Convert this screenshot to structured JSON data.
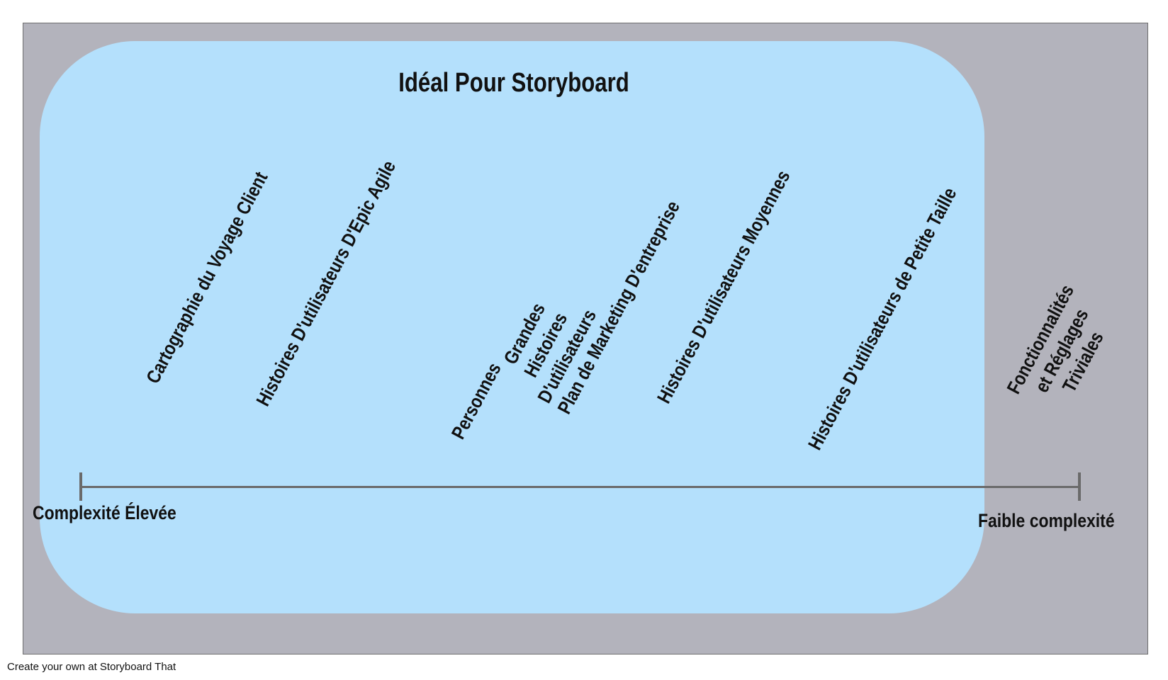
{
  "title": "Idéal Pour Storyboard",
  "axis": {
    "left_label": "Complexité Élevée",
    "right_label": "Faible complexité"
  },
  "items": [
    {
      "label": "Cartographie du Voyage Client"
    },
    {
      "label": "Histoires D'utilisateurs D'Epic Agile"
    },
    {
      "label": "Personnes"
    },
    {
      "label": "Grandes Histoires\nD'utilisateurs"
    },
    {
      "label": "Plan de Marketing D'entreprise"
    },
    {
      "label": "Histoires D'utilisateurs Moyennes"
    },
    {
      "label": "Histoires D'utilisateurs de Petite Taille"
    },
    {
      "label": "Fonctionnalités et Réglages\nTriviales"
    }
  ],
  "footer": "Create your own at Storyboard That",
  "colors": {
    "background_frame": "#b3b3bc",
    "ideal_zone": "#b4e0fc",
    "axis": "#6a6a6a"
  }
}
